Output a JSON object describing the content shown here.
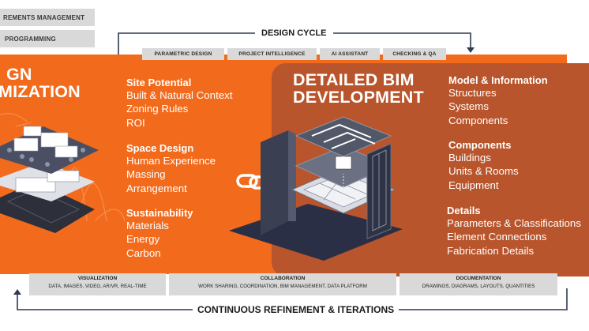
{
  "top_left": {
    "req_label": "REMENTS MANAGEMENT",
    "prog_label": "PROGRAMMING"
  },
  "cycle": {
    "title": "DESIGN CYCLE"
  },
  "chips": [
    "PARAMETRIC DESIGN",
    "PROJECT INTELLIGENCE",
    "AI ASSISTANT",
    "CHECKING & QA"
  ],
  "left_panel": {
    "title_line1": "GN",
    "title_line2": "MIZATION",
    "groups": [
      {
        "heading": "Site Potential",
        "items": [
          "Built & Natural Context",
          "Zoning Rules",
          "ROI"
        ]
      },
      {
        "heading": "Space Design",
        "items": [
          "Human Experience",
          "Massing",
          "Arrangement"
        ]
      },
      {
        "heading": "Sustainability",
        "items": [
          "Materials",
          "Energy",
          "Carbon"
        ]
      }
    ]
  },
  "right_panel": {
    "title_line1": "DETAILED BIM",
    "title_line2": "DEVELOPMENT",
    "groups": [
      {
        "heading": "Model & Information",
        "items": [
          "Structures",
          "Systems",
          "Components"
        ]
      },
      {
        "heading": "Components",
        "items": [
          "Buildings",
          "Units & Rooms",
          "Equipment"
        ]
      },
      {
        "heading": "Details",
        "items": [
          "Parameters & Classifications",
          "Element Connections",
          "Fabrication Details"
        ]
      }
    ]
  },
  "bottom": [
    {
      "title": "VISUALIZATION",
      "sub": "DATA, IMAGES, VIDEO, AR/VR, REAL-TIME"
    },
    {
      "title": "COLLABORATION",
      "sub": "WORK SHARING, COORDINATION, BIM MANAGEMENT, DATA PLATFORM"
    },
    {
      "title": "DOCUMENTATION",
      "sub": "DRAWINGS, DIAGRAMS, LAYOUTS, QUANTITIES"
    }
  ],
  "refinement": {
    "label": "CONTINUOUS REFINEMENT & ITERATIONS"
  },
  "colors": {
    "orange": "#f26b1d",
    "brown": "#b9552c",
    "grey": "#d9d9d9",
    "navy": "#2a2f45"
  }
}
